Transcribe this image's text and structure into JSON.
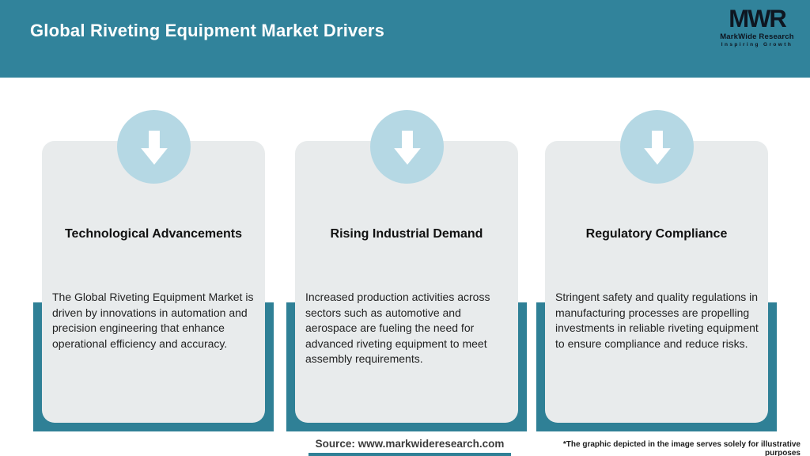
{
  "header": {
    "title": "Global Riveting Equipment Market Drivers",
    "logo": {
      "monogram": "MWR",
      "name": "MarkWide Research",
      "tagline": "Inspiring Growth"
    }
  },
  "cards": [
    {
      "icon": "down-arrow-icon",
      "title": "Technological Advancements",
      "body": "The Global Riveting Equipment Market is driven by innovations in automation and precision engineering that enhance operational efficiency and accuracy."
    },
    {
      "icon": "down-arrow-icon",
      "title": "Rising Industrial Demand",
      "body": "Increased production activities across sectors such as automotive and aerospace are fueling the need for advanced riveting equipment to meet assembly requirements."
    },
    {
      "icon": "down-arrow-icon",
      "title": "Regulatory Compliance",
      "body": "Stringent safety and quality regulations in manufacturing processes are propelling investments in reliable riveting equipment to ensure compliance and reduce risks."
    }
  ],
  "footer": {
    "source": "Source: www.markwideresearch.com",
    "disclaimer": "*The graphic depicted in the image serves solely for illustrative purposes"
  },
  "colors": {
    "header_teal": "#31839b",
    "block_teal": "#2f8096",
    "card_gray": "#e8ebec",
    "circle_blue": "#b5d8e4",
    "logo_dark": "#0e1621",
    "arrow_white": "#ffffff"
  }
}
